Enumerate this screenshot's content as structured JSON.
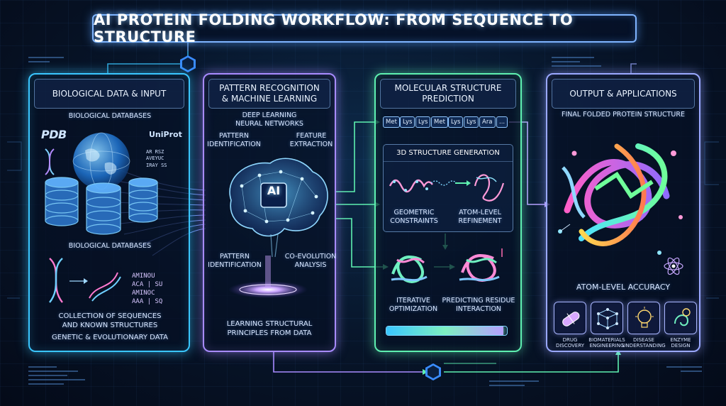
{
  "title": "AI PROTEIN FOLDING WORKFLOW: FROM SEQUENCE TO STRUCTURE",
  "panels": {
    "input": {
      "heading": "BIOLOGICAL DATA & INPUT",
      "databases_top": "BIOLOGICAL DATABASES",
      "logo_pdb": "PDB",
      "logo_uniprot": "UniProt",
      "seq_small": "AR RSZ\nAVEYUC\nIRAY SS",
      "databases_mid": "BIOLOGICAL DATABASES",
      "seq_amino": "AMINOU\nACA | SU\nAMINOC\nAAA | SQ",
      "collection": "COLLECTION OF SEQUENCES\nAND KNOWN STRUCTURES",
      "genetic": "GENETIC & EVOLUTIONARY DATA"
    },
    "ml": {
      "heading": "PATTERN RECOGNITION\n& MACHINE LEARNING",
      "deep": "DEEP LEARNING\nNEURAL NETWORKS",
      "pattern_top": "PATTERN\nIDENTIFICATION",
      "feature": "FEATURE\nEXTRACTION",
      "ai_chip": "AI",
      "pattern_bottom": "PATTERN\nIDENTIFICATION",
      "coevolution": "CO-EVOLUTION\nANALYSIS",
      "learning": "LEARNING STRUCTURAL\nPRINCIPLES FROM DATA"
    },
    "prediction": {
      "heading": "MOLECULAR STRUCTURE\nPREDICTION",
      "sequence": [
        "Met",
        "Lys",
        "Lys",
        "Met",
        "Lys",
        "Lys",
        "Ara",
        "..."
      ],
      "gen3d": "3D STRUCTURE GENERATION",
      "geometric": "GEOMETRIC\nCONSTRAINTS",
      "atom_ref": "ATOM-LEVEL\nREFINEMENT",
      "iterative": "ITERATIVE\nOPTIMIZATION",
      "residue": "PREDICTING RESIDUE\nINTERACTION",
      "progress": 0.97
    },
    "output": {
      "heading": "OUTPUT & APPLICATIONS",
      "final": "FINAL FOLDED PROTEIN STRUCTURE",
      "accuracy": "ATOM-LEVEL ACCURACY",
      "apps": [
        {
          "label": "DRUG\nDISCOVERY",
          "icon": "capsule-icon"
        },
        {
          "label": "BIOMATERIALS\nENGINEERING",
          "icon": "lattice-icon"
        },
        {
          "label": "DISEASE\nUNDERSTANDING",
          "icon": "lightbulb-icon"
        },
        {
          "label": "ENZYME\nDESIGN",
          "icon": "enzyme-icon"
        }
      ]
    }
  },
  "colors": {
    "cyan": "#3ac6ff",
    "violet": "#a88bff",
    "green": "#5ef0b0",
    "periwinkle": "#9aa8ff"
  }
}
